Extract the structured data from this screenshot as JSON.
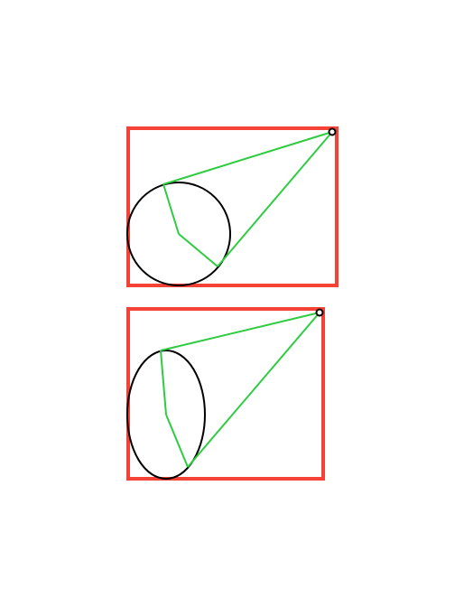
{
  "colors": {
    "frame": "#f44336",
    "tangent": "#2ecc40",
    "curve": "#000000",
    "point_fill": "#ffffff",
    "point_stroke": "#000000",
    "background": "#ffffff"
  },
  "icons": {
    "external_point": "small-circle-marker"
  },
  "panels": [
    {
      "name": "circle-panel",
      "shape": "circle"
    },
    {
      "name": "ellipse-panel",
      "shape": "ellipse"
    }
  ]
}
